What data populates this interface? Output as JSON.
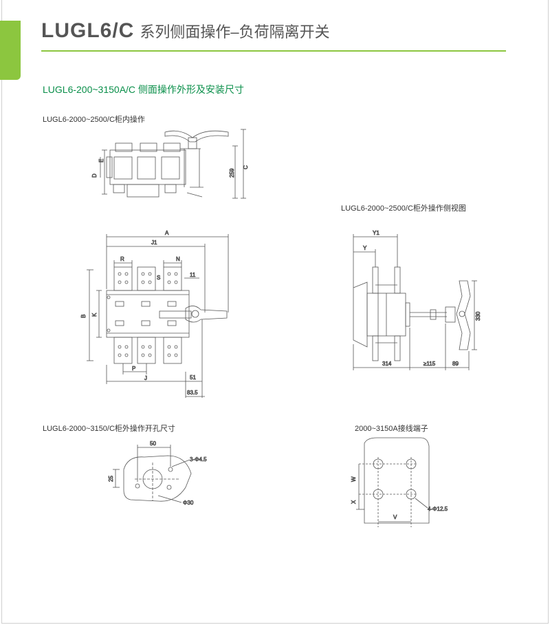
{
  "header": {
    "model": "LUGL6/C",
    "subtitle": "系列侧面操作–负荷隔离开关"
  },
  "section_title": "LUGL6-200~3150A/C 侧面操作外形及安装尺寸",
  "captions": {
    "fig1": "LUGL6-2000~2500/C柜内操作",
    "fig2": "LUGL6-2000~2500/C柜外操作侧视图",
    "fig3": "LUGL6-2000~3150/C柜外操作开孔尺寸",
    "fig4": "2000~3150A接线端子"
  },
  "dims": {
    "fig1": {
      "d": "D",
      "e": "E",
      "h259": "259",
      "c": "C"
    },
    "fig_front": {
      "a": "A",
      "j1": "J1",
      "r": "R",
      "n": "N",
      "s": "S",
      "d11": "11",
      "b": "B",
      "k": "K",
      "p": "P",
      "j": "J",
      "d51": "51",
      "d835": "83.5"
    },
    "fig2": {
      "y1": "Y1",
      "y": "Y",
      "h330": "330",
      "d314": "314",
      "d115": "≥115",
      "d89": "89"
    },
    "fig3": {
      "d50": "50",
      "d25": "25",
      "holes": "3-Φ4.5",
      "dia": "Φ30"
    },
    "fig4": {
      "w": "W",
      "x": "X",
      "v": "V",
      "holes": "4-Φ12.5"
    }
  },
  "colors": {
    "accent_green": "#8cc63f",
    "title_green": "#0a8f4a",
    "line": "#555555"
  }
}
